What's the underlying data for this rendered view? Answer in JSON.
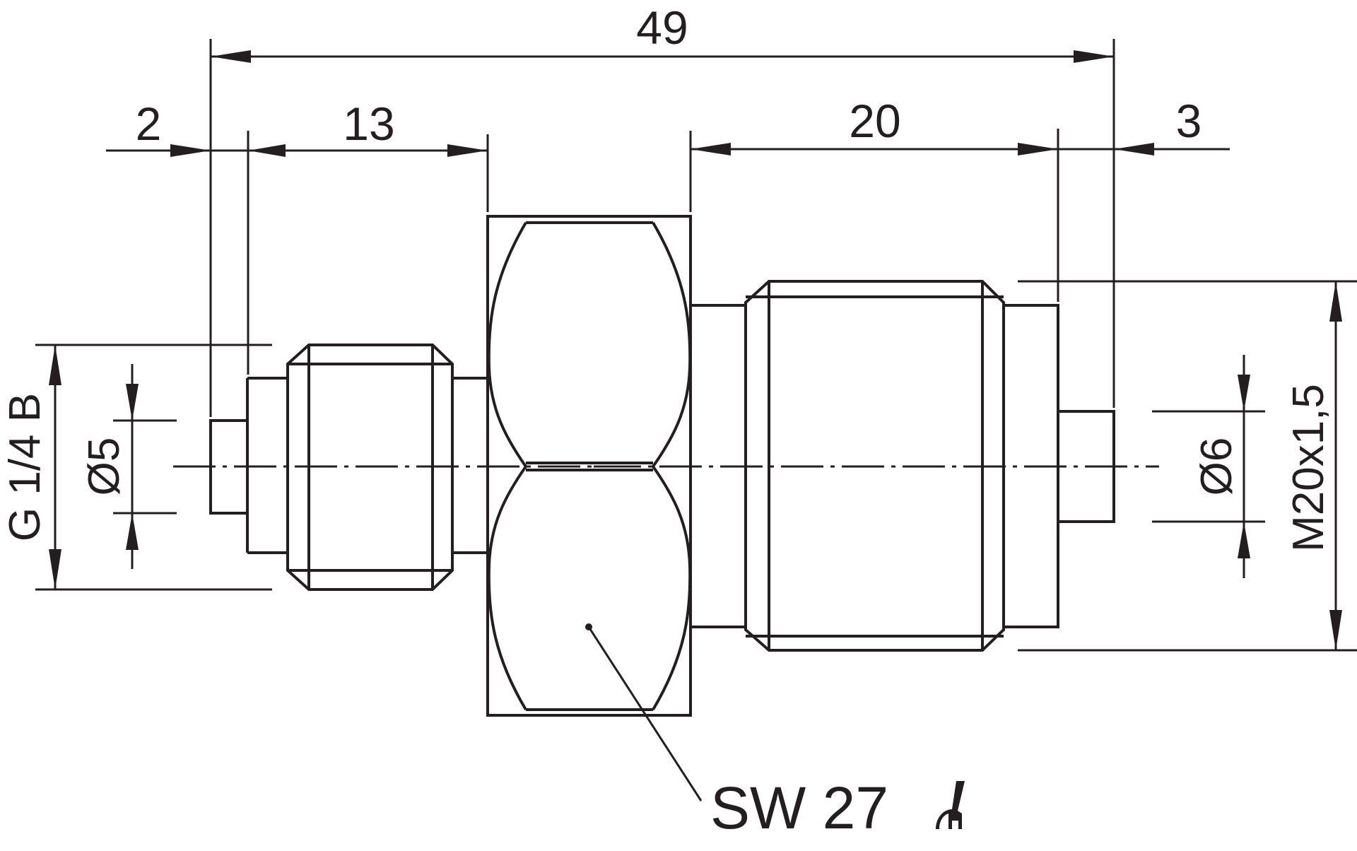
{
  "dimensions": {
    "overall_length": "49",
    "left_offset": "2",
    "left_thread_length": "13",
    "right_thread_length": "20",
    "right_offset": "3"
  },
  "diameters": {
    "left_thread": "G 1/4 B",
    "left_bore": "Ø5",
    "right_bore": "Ø6",
    "right_thread": "M20x1,5"
  },
  "wrench": {
    "label": "SW 27",
    "icon": "wrench-icon"
  },
  "colors": {
    "line": "#231f20",
    "background": "#ffffff"
  }
}
